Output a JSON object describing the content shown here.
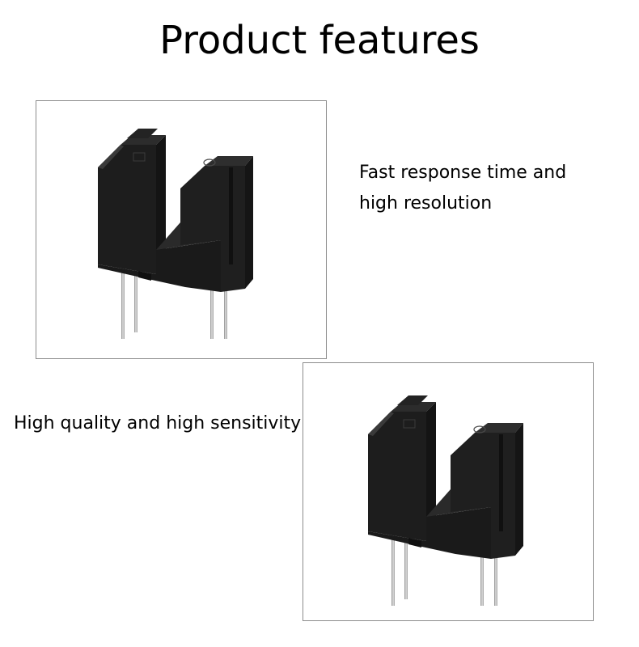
{
  "header": {
    "title": "Product features"
  },
  "features": [
    {
      "line1": "Fast response time and",
      "line2": "high resolution"
    },
    {
      "line1": "High quality and high sensitivity"
    }
  ],
  "colors": {
    "sensor_body": "#1b1b1b",
    "sensor_face": "#242424",
    "sensor_edge": "#3a3a3a",
    "pin": "#b8b8b8",
    "frame_border": "#8c8c8c"
  },
  "images": [
    {
      "icon": "slot-optical-sensor-icon"
    },
    {
      "icon": "slot-optical-sensor-icon"
    }
  ]
}
